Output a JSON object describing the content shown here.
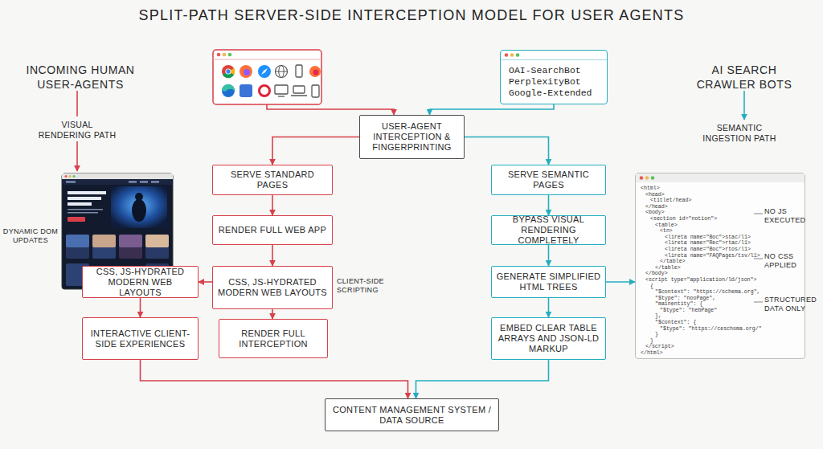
{
  "diagram": {
    "title": "SPLIT-PATH SERVER-SIDE INTERCEPTION MODEL FOR USER AGENTS",
    "nodes": [
      {
        "text": [
          "OAI-SearchBot",
          "PerplexityBot",
          "Google-Extended"
        ]
      },
      {
        "text": [
          "USER-AGENT INTERCEPTION & FINGERPRINTING"
        ]
      },
      {
        "text": [
          "SERVE STANDARD PAGES"
        ]
      },
      {
        "text": [
          "SERVE SEMANTIC PAGES"
        ]
      },
      {
        "text": [
          "RENDER FULL WEB APP"
        ]
      },
      {
        "text": [
          "BYPASS VISUAL RENDERING COMPLETELY"
        ]
      },
      {
        "text": [
          "CSS, JS-HYDRATED MODERN WEB LAYOUTS"
        ]
      },
      {
        "text": [
          "CSS, JS-HYDRATED MODERN WEB LAYOUTS"
        ]
      },
      {
        "text": [
          "GENERATE SIMPLIFIED HTML TREES"
        ]
      },
      {
        "text": [
          "<html>",
          "<head>",
          "<titlet/head>",
          "</head>",
          "<body>",
          "<section id=\"notion\">",
          "<table>",
          "<tn>",
          "<lireta name=\"Boc\">stac/l1>",
          "<lireta name=\"Rec\">rtac/l1>",
          "<lireta name=\"Boc\">rtos/l1>",
          "<lireta name=\"FAQPages/tsv/l1>",
          "</table>",
          "</table>",
          "</body>",
          "<script type=\"application/ld/json\">",
          "{",
          "\"$context\": \"https://schema.org\",",
          "\"$type\": \"nooPage\",",
          "\"mainentity\": {",
          "\"$type\": \"hebPage\"",
          "},",
          "\"$context\": {",
          "\"$type\": \"https://ceschoma.org/\"",
          "}",
          "}",
          "</script>",
          "</html>"
        ]
      },
      {
        "text": [
          "INTERACTIVE CLIENT-SIDE EXPERIENCES"
        ]
      },
      {
        "text": [
          "RENDER FULL INTERCEPTION"
        ]
      },
      {
        "text": [
          "EMBED CLEAR TABLE ARRAYS AND JSON-LD MARKUP"
        ]
      },
      {
        "text": [
          "CONTENT MANAGEMENT SYSTEM / DATA SOURCE"
        ]
      }
    ],
    "edges": [
      {
        "from": 0,
        "to": 1,
        "arrow": "to"
      },
      {
        "from": 1,
        "to": 2,
        "arrow": "to"
      },
      {
        "from": 1,
        "to": 3,
        "arrow": "to"
      },
      {
        "from": 2,
        "to": 4,
        "arrow": "to"
      },
      {
        "from": 3,
        "to": 5,
        "arrow": "to"
      },
      {
        "from": 4,
        "to": 7,
        "arrow": "to"
      },
      {
        "from": 5,
        "to": 8,
        "arrow": "to"
      },
      {
        "from": 7,
        "to": 6,
        "arrow": "to"
      },
      {
        "from": 7,
        "to": 11,
        "arrow": "to"
      },
      {
        "from": 8,
        "to": 9,
        "arrow": "to"
      },
      {
        "from": 8,
        "to": 12,
        "arrow": "to"
      },
      {
        "from": 6,
        "to": 10,
        "arrow": "to"
      },
      {
        "from": 10,
        "to": 13,
        "arrow": "to"
      },
      {
        "from": 12,
        "to": 13,
        "arrow": "to"
      }
    ],
    "labels": [
      "INCOMING HUMAN USER-AGENTS",
      "VISUAL RENDERING PATH",
      "DYNAMIC DOM UPDATES",
      "CLIENT-SIDE SCRIPTING",
      "AI SEARCH CRAWLER BOTS",
      "SEMANTIC INGESTION PATH",
      "NO JS EXECUTED",
      "NO CSS APPLIED",
      "STRUCTURED DATA ONLY"
    ]
  }
}
